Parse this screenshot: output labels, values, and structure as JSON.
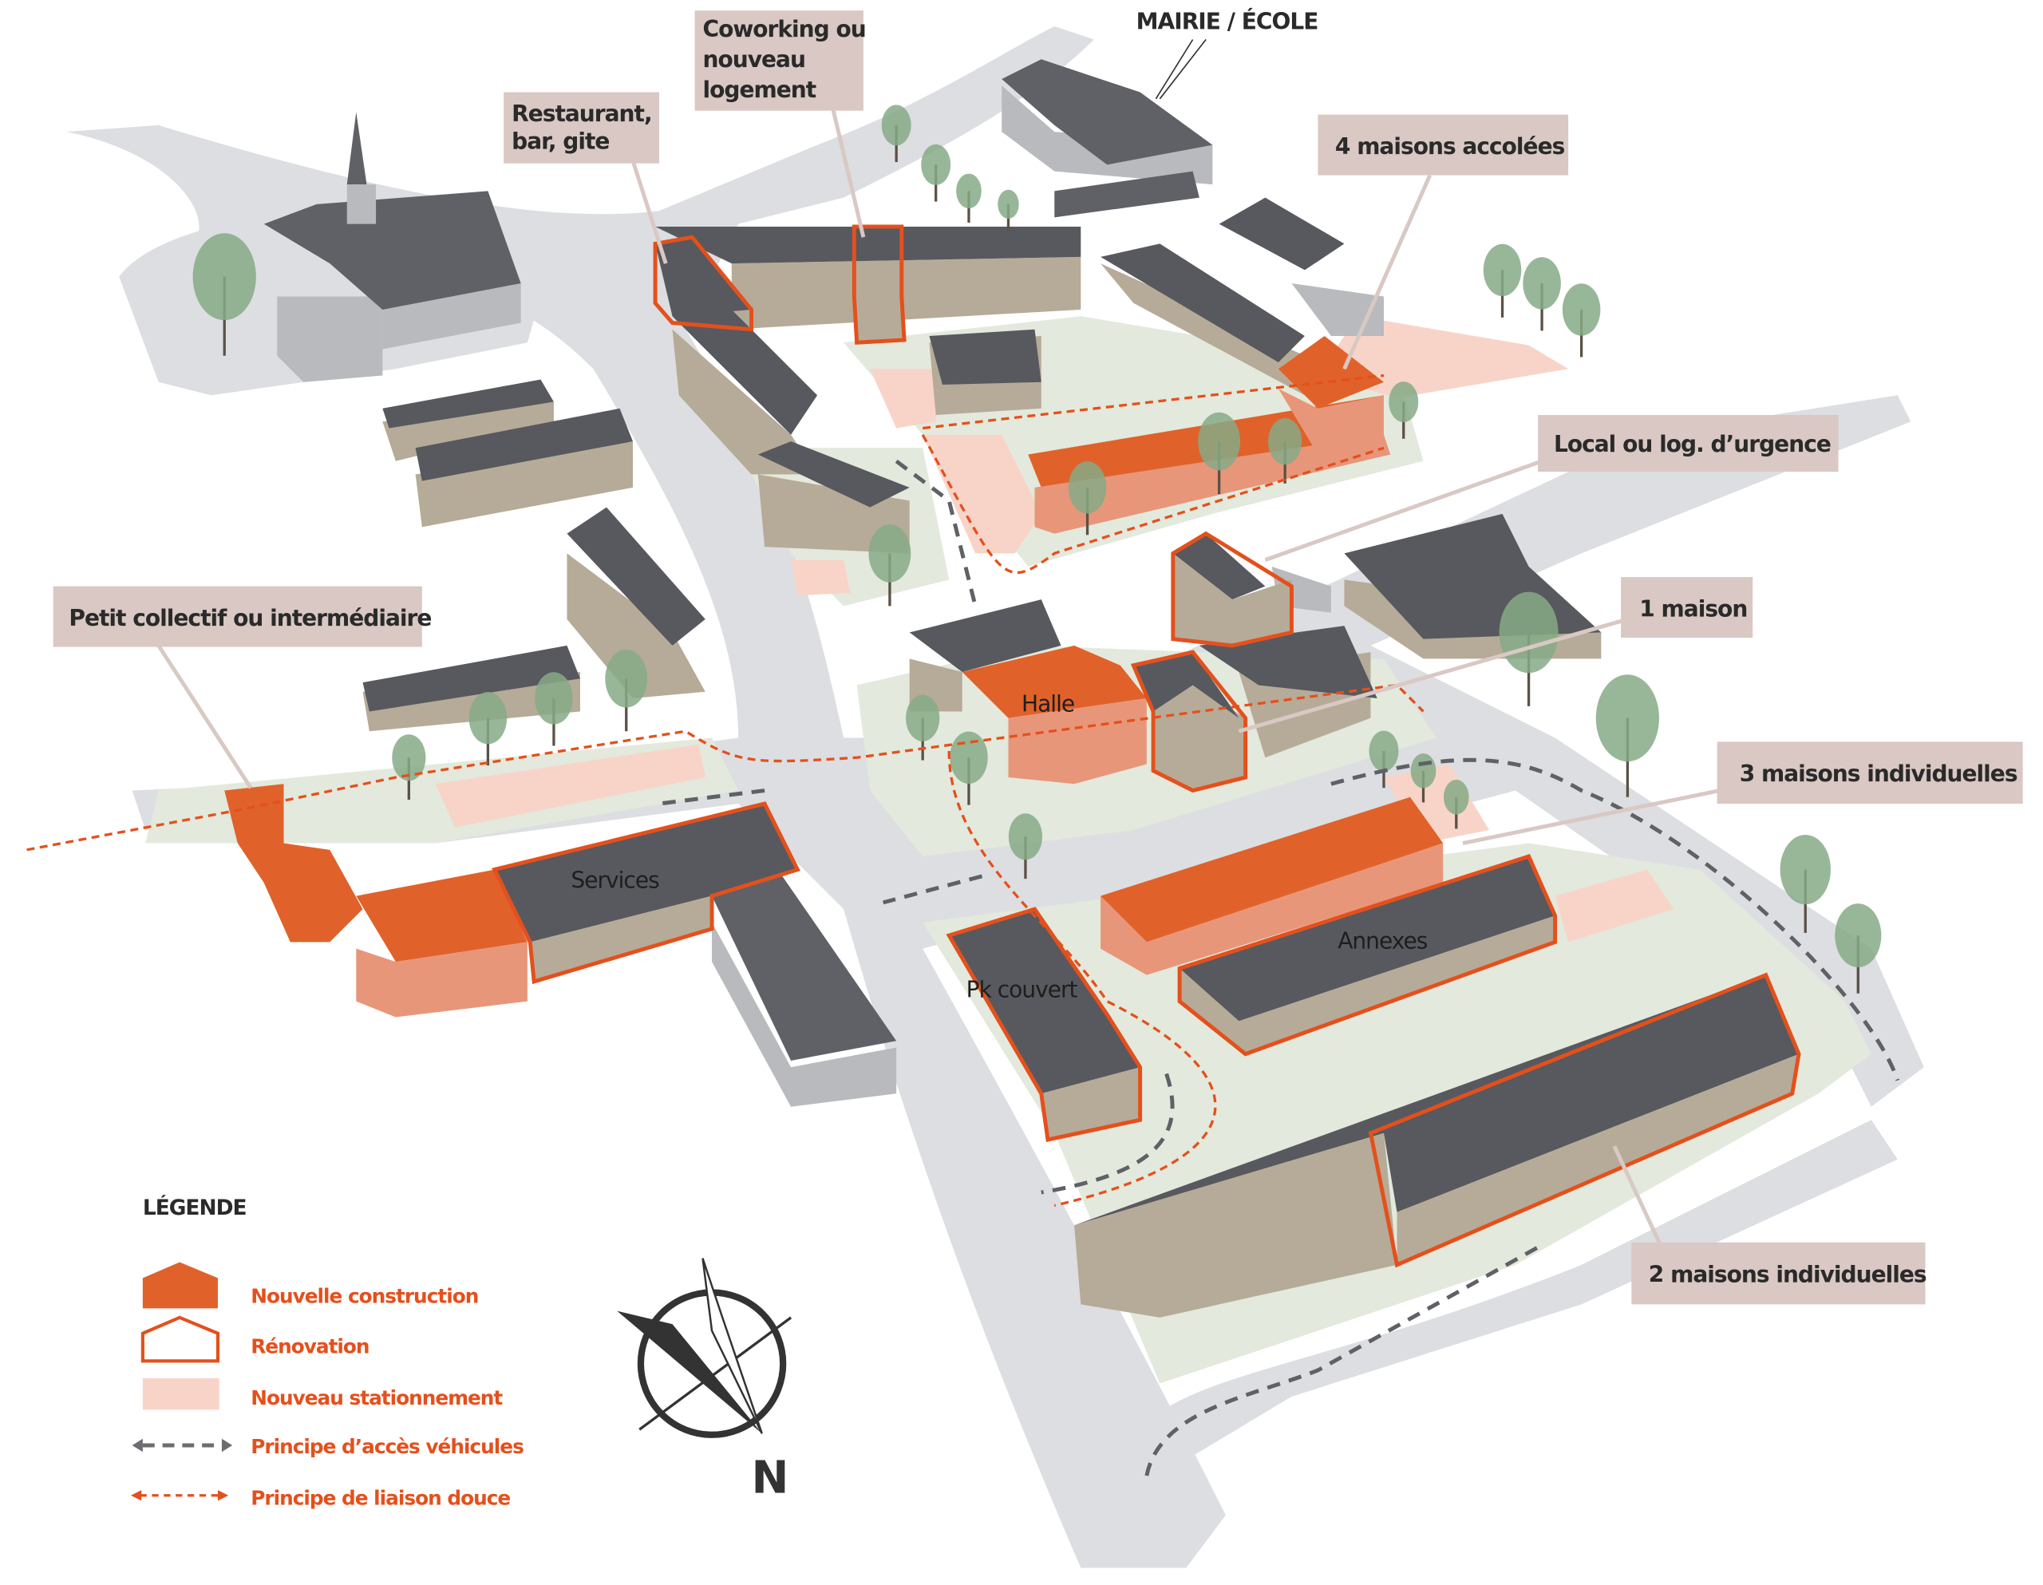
{
  "labels": {
    "restaurant": [
      "Restaurant,",
      "bar, gite"
    ],
    "coworking": [
      "Coworking ou",
      "nouveau",
      "logement"
    ],
    "mairie": "MAIRIE / ÉCOLE",
    "maisons_accolees": "4 maisons accolées",
    "local_urgence": "Local ou log. d’urgence",
    "petit_collectif": "Petit collectif ou intermédiaire",
    "une_maison": "1 maison",
    "trois_maisons": "3 maisons individuelles",
    "deux_maisons": "2 maisons individuelles"
  },
  "buildings": {
    "halle": "Halle",
    "services": "Services",
    "annexes": "Annexes",
    "pk_couvert": "Pk couvert"
  },
  "legend": {
    "title": "LÉGENDE",
    "items": [
      {
        "label": "Nouvelle construction",
        "icon": "new-construction-icon"
      },
      {
        "label": "Rénovation",
        "icon": "renovation-icon"
      },
      {
        "label": "Nouveau stationnement",
        "icon": "parking-swatch"
      },
      {
        "label": "Principe d’accès véhicules",
        "icon": "vehicle-access-arrow"
      },
      {
        "label": "Principe de liaison douce",
        "icon": "soft-link-arrow"
      }
    ]
  },
  "compass": {
    "north": "N"
  },
  "colors": {
    "new": "#e0622a",
    "renovation": "#e4501c",
    "parking": "#f8d4c8",
    "roof": "#57595e",
    "wall": "#b6ab98"
  }
}
